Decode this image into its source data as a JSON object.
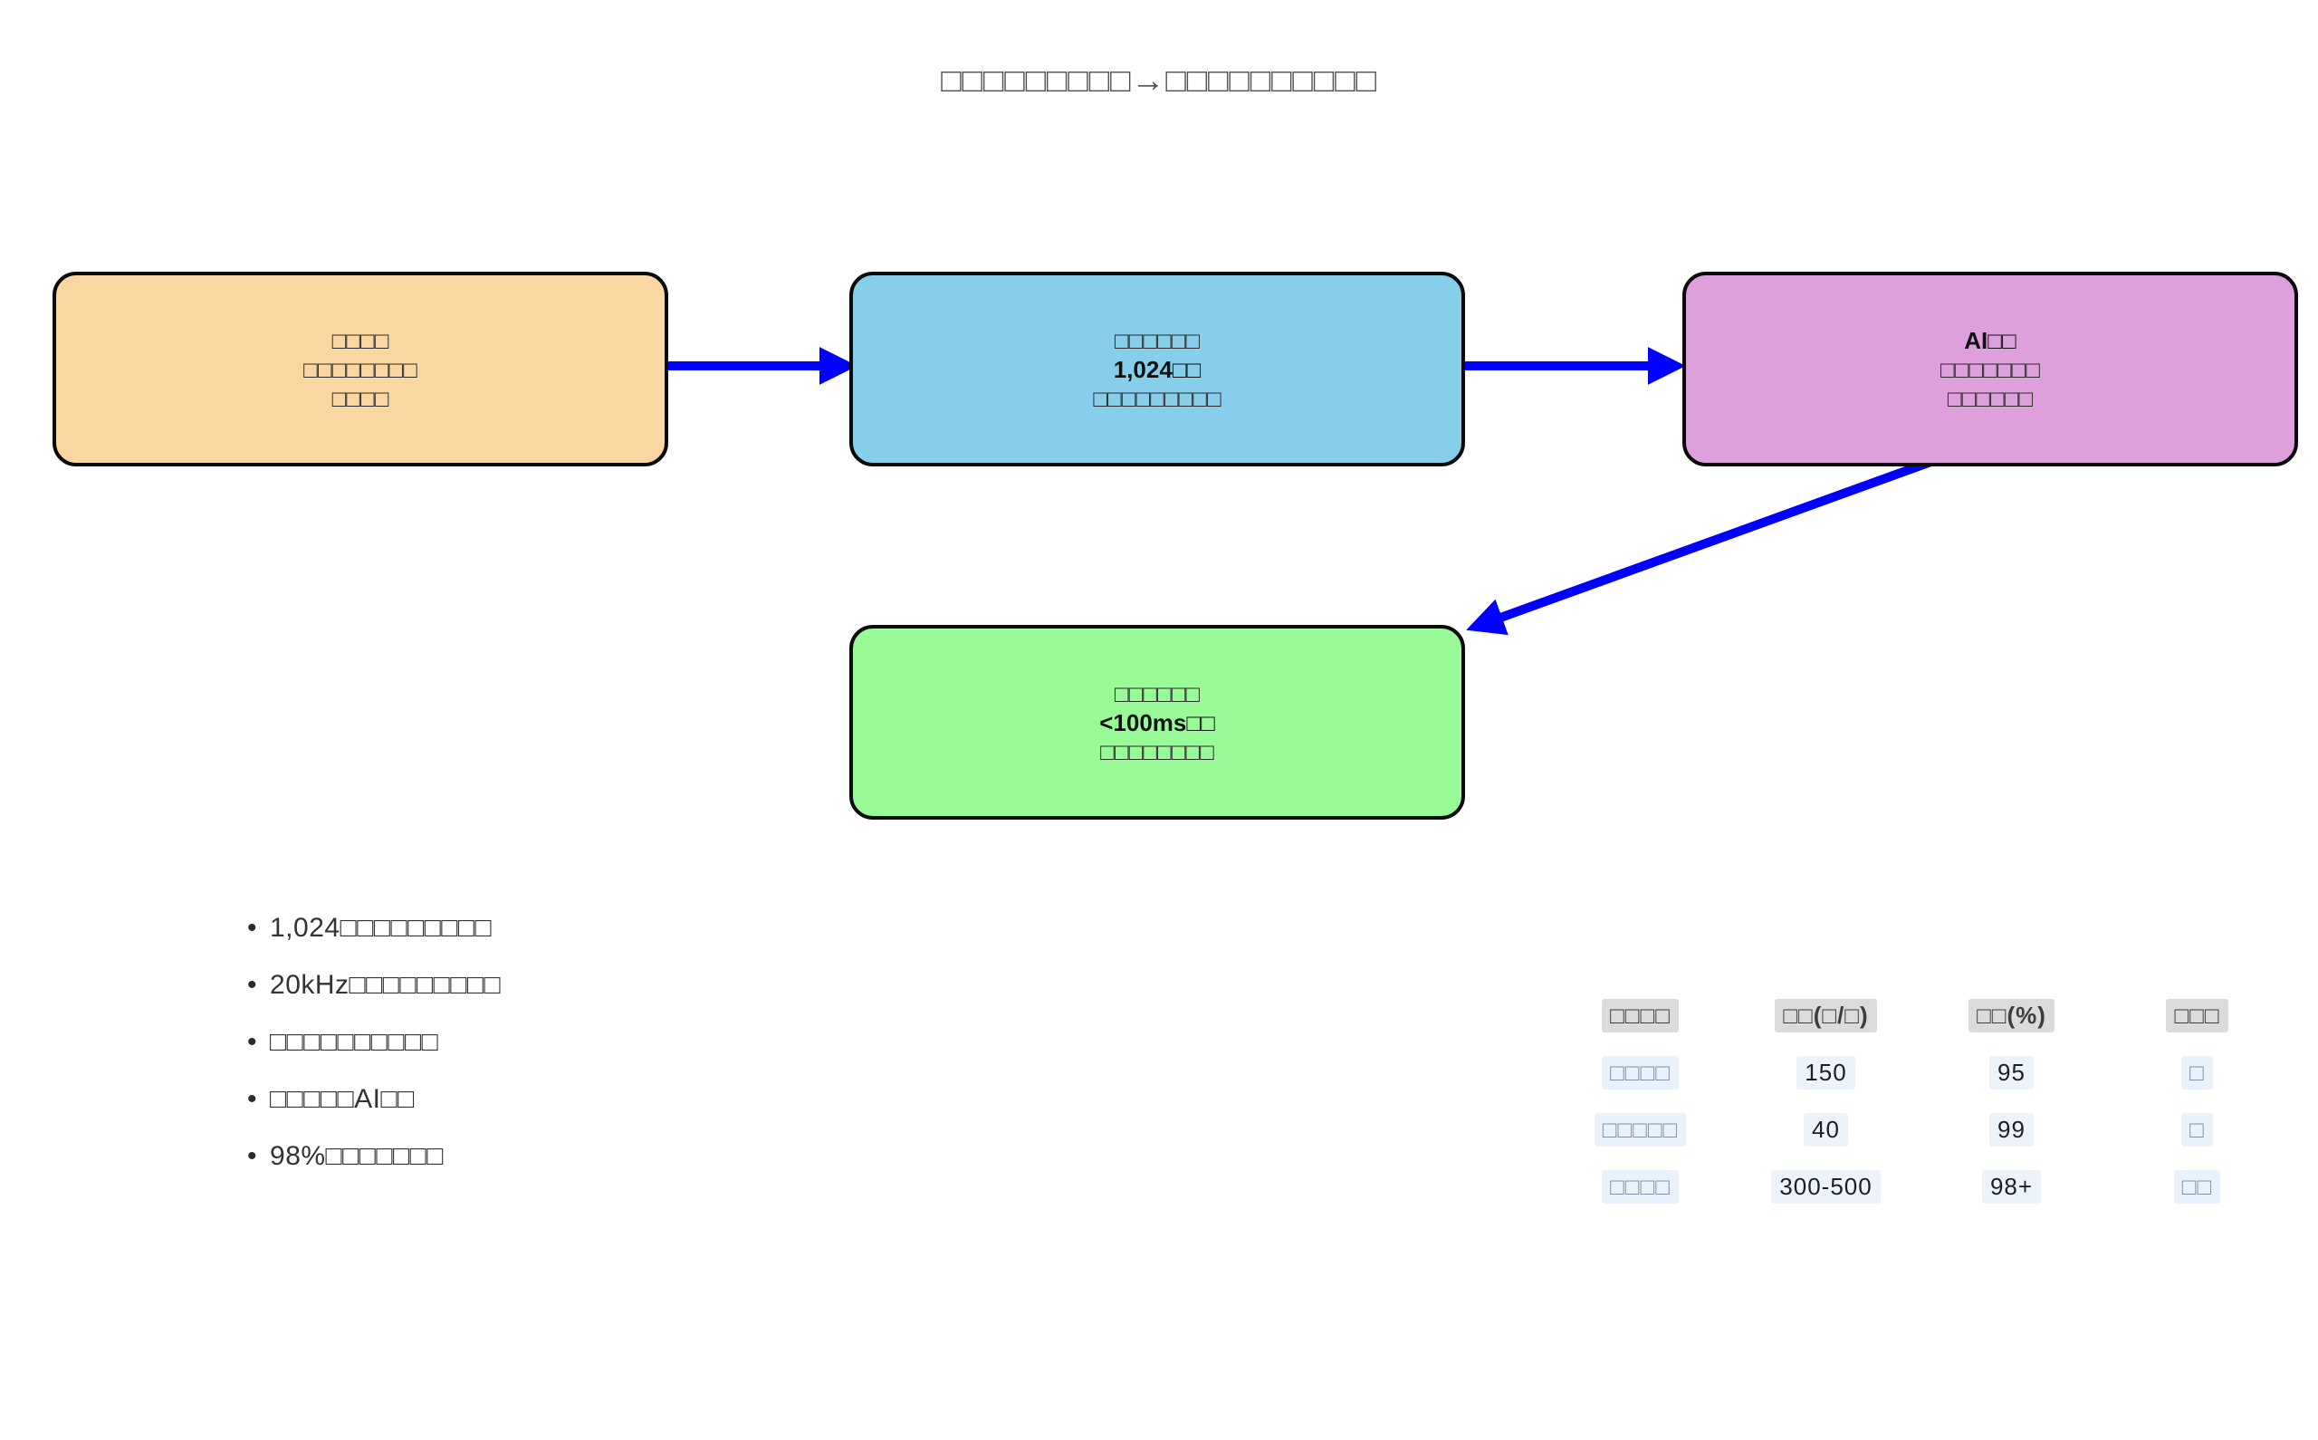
{
  "title": "□□□□□□□□□→□□□□□□□□□□",
  "flow": {
    "stage1": {
      "line1": "□□□□",
      "line2": "□□□□□□□□",
      "line3": "□□□□"
    },
    "stage2": {
      "line1": "□□□□□□",
      "line2": "1,024□□",
      "line3": "□□□□□□□□□"
    },
    "stage3": {
      "line1": "AI□□",
      "line2": "□□□□□□□",
      "line3": "□□□□□□"
    },
    "stage4": {
      "line1": "□□□□□□",
      "line2": "<100ms□□",
      "line3": "□□□□□□□□"
    }
  },
  "colors": {
    "node1_fill": "#fad7a0",
    "node2_fill": "#87ceeb",
    "node3_fill": "#dda0dd",
    "node4_fill": "#98fb98",
    "node_border": "#0a0a0a",
    "arrow": "#0000ff",
    "header_chip_bg": "#dbdbdb",
    "data_chip_bg": "#e9f1fa",
    "background": "#ffffff"
  },
  "bullets": {
    "marker": "•",
    "items": [
      "1,024□□□□□□□□□",
      "20kHz□□□□□□□□□",
      "□□□□□□□□□□",
      "□□□□□AI□□",
      "98%□□□□□□□"
    ]
  },
  "table": {
    "headers": [
      "□□□□",
      "□□(□/□)",
      "□□(%)",
      "□□□"
    ],
    "rows": [
      [
        "□□□□",
        "150",
        "95",
        "□"
      ],
      [
        "□□□□□",
        "40",
        "99",
        "□"
      ],
      [
        "□□□□",
        "300-500",
        "98+",
        "□□"
      ]
    ]
  }
}
